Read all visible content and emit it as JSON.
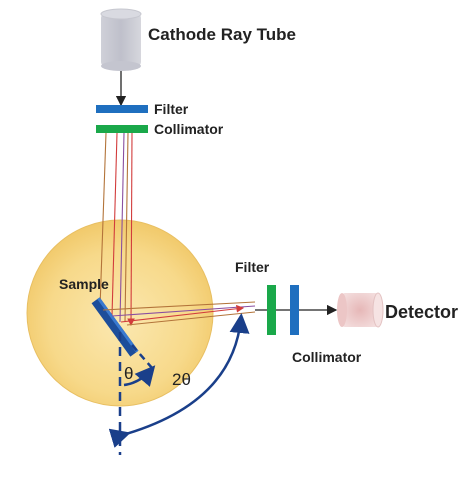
{
  "labels": {
    "cathode": "Cathode Ray Tube",
    "filter_top": "Filter",
    "collimator_top": "Collimator",
    "sample": "Sample",
    "filter_right": "Filter",
    "detector": "Detector",
    "collimator_right": "Collimator",
    "theta": "θ",
    "two_theta": "2θ"
  },
  "colors": {
    "filter": "#1f6fbf",
    "collimator": "#1aa84a",
    "sphere": "#f7d98a",
    "sample_plate": "#1d4e9a",
    "beam_brown": "#b3743a",
    "beam_red": "#d23c3c",
    "beam_purple": "#8a4fa0",
    "arc_blue": "#1a3f8a"
  }
}
